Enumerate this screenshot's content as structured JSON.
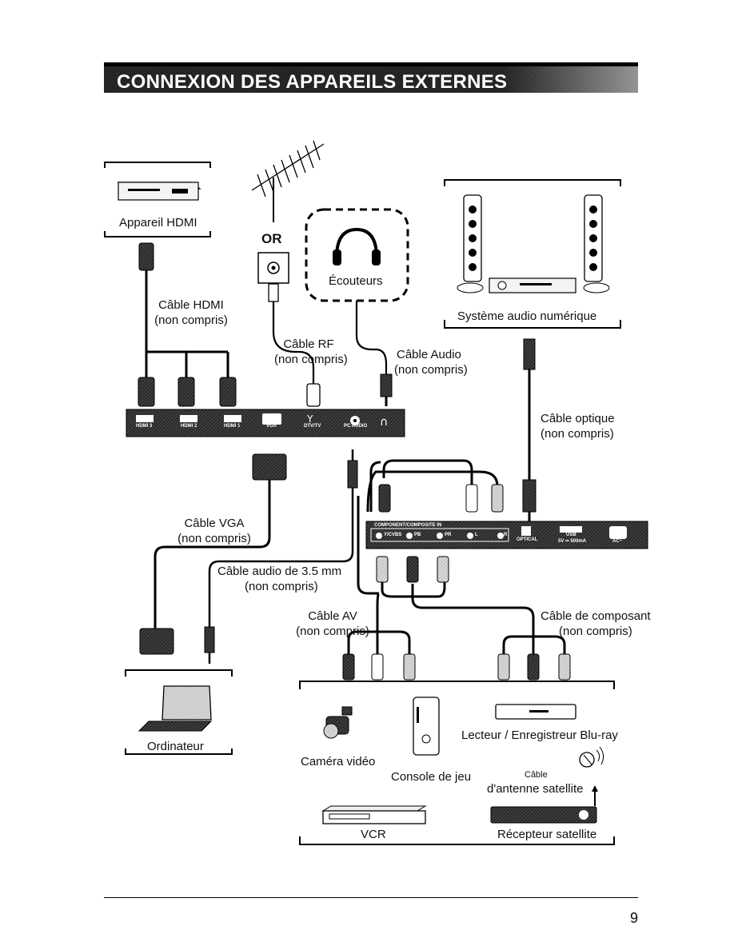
{
  "header": {
    "title": "CONNEXION DES APPAREILS EXTERNES"
  },
  "labels": {
    "hdmi_device": "Appareil HDMI",
    "or": "OR",
    "headphones": "Écouteurs",
    "digital_audio": "Système audio numérique",
    "hdmi_cable": "Câble HDMI",
    "hdmi_cable_note": "(non compris)",
    "rf_cable": "Câble RF",
    "rf_cable_note": "(non compris)",
    "audio_cable": "Câble Audio",
    "audio_cable_note": "(non compris)",
    "optical_cable": "Câble optique",
    "optical_cable_note": "(non compris)",
    "vga_cable": "Câble VGA",
    "vga_cable_note": "(non compris)",
    "audio35_cable": "Câble audio de 3.5 mm",
    "audio35_cable_note": "(non compris)",
    "av_cable": "Câble AV",
    "av_cable_note": "(non compris)",
    "component_cable": "Câble de composant",
    "component_cable_note": "(non compris)",
    "computer": "Ordinateur",
    "camcorder": "Caméra vidéo",
    "game_console": "Console de jeu",
    "bluray": "Lecteur / Enregistreur Blu-ray",
    "satellite_cable_small": "Câble",
    "satellite_antenna": "d'antenne satellite",
    "vcr": "VCR",
    "satellite_receiver": "Récepteur satellite"
  },
  "panel_top": {
    "ports": [
      "HDMI 3",
      "HDMI 2",
      "HDMI 1",
      "VGA",
      "DTV/TV",
      "PC AUDIO"
    ]
  },
  "panel_side": {
    "section_label": "COMPONENT/COMPOSITE IN",
    "ports": [
      "Y/CVBS",
      "PB",
      "PR",
      "L",
      "R",
      "OPTICAL",
      "USB",
      "5V ⎓ 500mA",
      "AC~"
    ]
  },
  "page": {
    "number": "9"
  }
}
